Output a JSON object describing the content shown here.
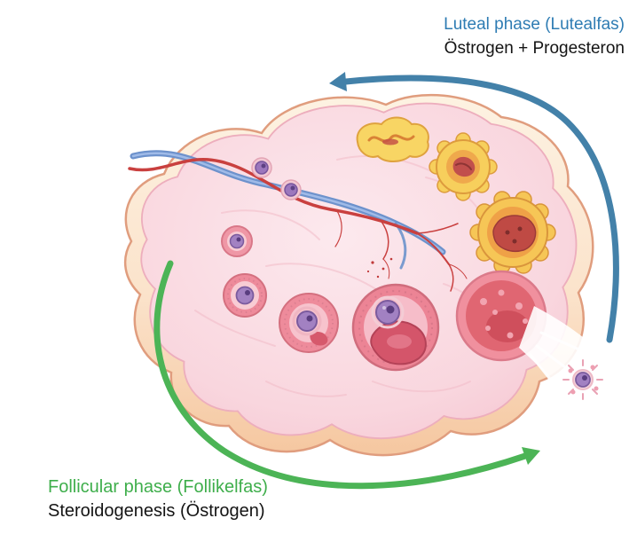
{
  "diagram": {
    "type": "ovarian-cycle-illustration",
    "labels": {
      "luteal_phase": "Luteal phase (Lutealfas)",
      "luteal_hormones": "Östrogen + Progesteron",
      "follicular_phase": "Follicular phase (Follikelfas)",
      "follicular_hormones": "Steroidogenesis (Östrogen)"
    },
    "colors": {
      "luteal_text": "#2e7cb3",
      "luteal_arrow": "#4381a9",
      "follicular_text": "#3eae4b",
      "follicular_arrow": "#4cb456",
      "hormone_text": "#141414"
    }
  }
}
